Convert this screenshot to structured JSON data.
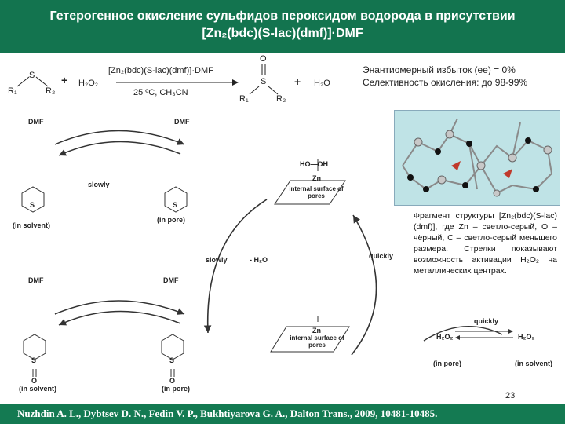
{
  "title": {
    "line1": "Гетерогенное окисление сульфидов пероксидом водорода в присутствии",
    "line2": "[Zn₂(bdc)(S-lac)(dmf)]·DMF"
  },
  "reaction": {
    "s_atom": "S",
    "r1": "R₁",
    "r2": "R₂",
    "plus": "+",
    "h2o2": "H₂O₂",
    "catalyst": "[Zn₂(bdc)(S-lac)(dmf)]·DMF",
    "conditions": "25 ºC, CH₃CN",
    "product_o": "O",
    "product_s": "S",
    "product_r1": "R₁",
    "product_r2": "R₂",
    "plus2": "+",
    "h2o": "H₂O"
  },
  "info": {
    "ee": "Энантиомерный избыток (ee) = 0%",
    "selectivity": "Селективность окисления: до 98-99%"
  },
  "cycle": {
    "dmf_tl": "DMF",
    "dmf_tr": "DMF",
    "slowly_top": "slowly",
    "in_solvent_top": "(in solvent)",
    "in_pore_top": "(in pore)",
    "s_left": "S",
    "s_right": "S",
    "hooh": "HO—OH",
    "zn_top": "Zn",
    "surface_top": "internal surface of pores",
    "slowly_mid": "slowly",
    "minus_h2o": "- H₂O",
    "quickly_mid": "quickly",
    "dmf_bl": "DMF",
    "dmf_br": "DMF",
    "s_bl": "S",
    "s_br": "S",
    "o_bl": "O",
    "o_br": "O",
    "in_solvent_bot": "(in solvent)",
    "in_pore_bot": "(in pore)",
    "zn_bot": "Zn",
    "surface_bot": "internal surface of pores",
    "quickly_right": "quickly",
    "h2o2_left": "H₂O₂",
    "h2o2_right": "H₂O₂",
    "in_pore_right": "(in pore)",
    "in_solvent_right": "(in solvent)"
  },
  "caption": "Фрагмент структуры [Zn₂(bdc)(S-lac)(dmf)], где Zn – светло-серый, O – чёрный, C – светло-серый меньшего размера. Стрелки показывают возможность активации H₂O₂ на металлических центрах.",
  "page_number": "23",
  "footer": "Nuzhdin A. L., Dybtsev D. N., Fedin V. P., Bukhtiyarova G. A., Dalton Trans., 2009, 10481-10485."
}
